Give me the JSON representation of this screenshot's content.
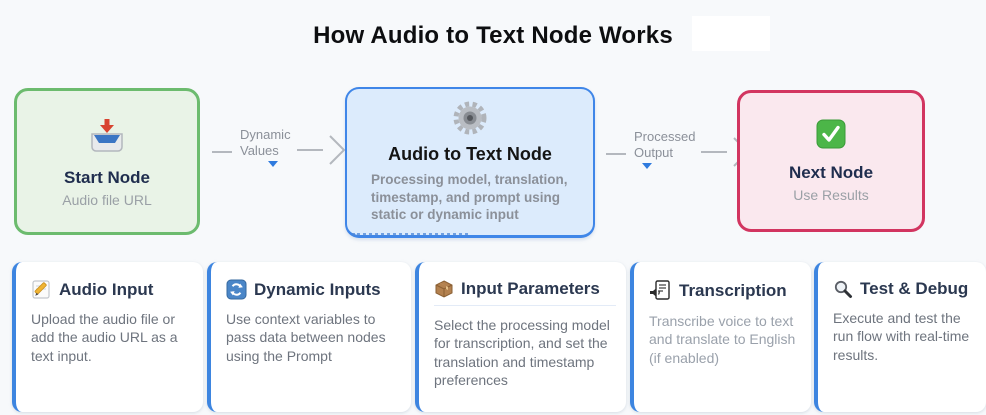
{
  "page": {
    "title": "How Audio to Text Node Works",
    "background_color": "#f7f9fb"
  },
  "flow": {
    "nodes": [
      {
        "icon": "inbox-tray-icon",
        "title": "Start Node",
        "subtitle": "Audio file URL",
        "border_color": "#6cbb6e",
        "fill_color": "#e9f3e7"
      },
      {
        "icon": "gear-icon",
        "title": "Audio to Text Node",
        "description": "Processing model, translation, timestamp, and prompt using static or dynamic input",
        "border_color": "#3f86e8",
        "fill_color": "#dcebfc"
      },
      {
        "icon": "check-mark-icon",
        "title": "Next Node",
        "subtitle": "Use Results",
        "border_color": "#d23560",
        "fill_color": "#fae8ee"
      }
    ],
    "connectors": [
      {
        "label_line1": "Dynamic",
        "label_line2": "Values"
      },
      {
        "label_line1": "Processed",
        "label_line2": "Output"
      }
    ]
  },
  "cards": [
    {
      "icon": "memo-icon",
      "title": "Audio Input",
      "body": "Upload the audio file or add the audio URL as a text input."
    },
    {
      "icon": "refresh-icon",
      "title": "Dynamic Inputs",
      "body": "Use context variables to pass data between nodes using the Prompt"
    },
    {
      "icon": "package-icon",
      "title": "Input Parameters",
      "body": "Select the processing model for transcription, and set the translation and timestamp preferences"
    },
    {
      "icon": "voice-document-icon",
      "title": "Transcription",
      "body": "Transcribe voice to text and translate to English (if enabled)"
    },
    {
      "icon": "magnifier-icon",
      "title": "Test & Debug",
      "body": "Execute and test the run flow with real-time results."
    }
  ]
}
